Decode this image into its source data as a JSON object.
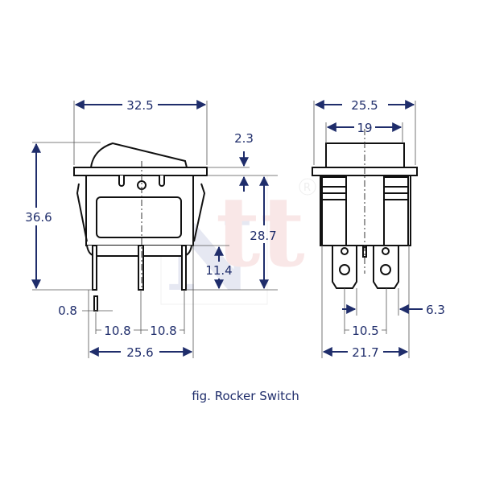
{
  "caption": "fig. Rocker Switch",
  "watermark": {
    "text": "Ntt",
    "registered": "®"
  },
  "colors": {
    "dimension": "#1f2d6b",
    "outline": "#111111"
  },
  "side_view": {
    "overall_width": "32.5",
    "overall_height": "36.6",
    "flange_thickness": "2.3",
    "body_height": "28.7",
    "pin_length": "11.4",
    "pin_thickness": "0.8",
    "pin_pitch_left": "10.8",
    "pin_pitch_right": "10.8",
    "body_width": "25.6"
  },
  "front_view": {
    "flange_width": "25.5",
    "cap_width": "19",
    "terminal_width": "6.3",
    "terminal_pitch": "10.5",
    "body_width": "21.7"
  }
}
